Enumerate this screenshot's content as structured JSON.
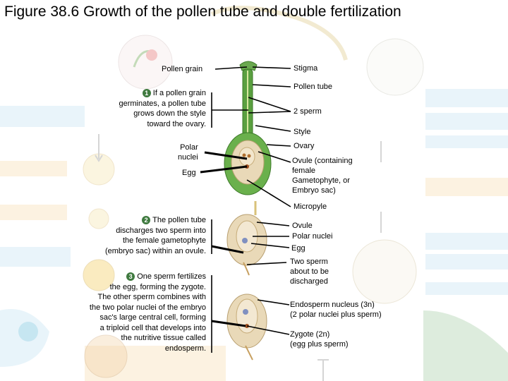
{
  "title": "Figure 38.6 Growth of the pollen tube and double fertilization",
  "left_labels": {
    "pollen_grain": "Pollen grain",
    "polar_nuclei_1": "Polar",
    "polar_nuclei_2": "nuclei",
    "egg": "Egg"
  },
  "steps": [
    {
      "number": "1",
      "lines": [
        "If a pollen grain",
        "germinates, a pollen tube",
        "grows down the style",
        "toward the ovary."
      ]
    },
    {
      "number": "2",
      "lines": [
        "The pollen tube",
        "discharges two sperm into",
        "the female gametophyte",
        "(embryo sac) within an ovule."
      ]
    },
    {
      "number": "3",
      "lines": [
        "One sperm fertilizes",
        "the egg, forming the zygote.",
        "The other sperm combines with",
        "the two polar nuclei of the embryo",
        "sac's large central cell, forming",
        "a triploid cell that develops into",
        "the nutritive tissue called",
        "endosperm."
      ]
    }
  ],
  "right_labels": {
    "stigma": "Stigma",
    "pollen_tube": "Pollen tube",
    "two_sperm": "2 sperm",
    "style": "Style",
    "ovary": "Ovary",
    "ovule_containing": [
      "Ovule (containing",
      "female",
      "Gametophyte, or",
      "Embryo sac)"
    ],
    "micropyle": "Micropyle",
    "ovule": "Ovule",
    "polar_nuclei": "Polar nuclei",
    "egg": "Egg",
    "two_sperm_discharged": [
      "Two sperm",
      "about to be",
      "discharged"
    ],
    "endosperm_nucleus": [
      "Endosperm nucleus (3n)",
      "(2 polar nuclei plus sperm)"
    ],
    "zygote": [
      "Zygote (2n)",
      "(egg plus sperm)"
    ]
  },
  "colors": {
    "green_style": "#4f9a3a",
    "ovule_tan": "#e9d9b8",
    "faded_blue": "#bfe0f2",
    "faded_orange": "#f6d9a8",
    "step_badge": "#3f7a3f"
  }
}
